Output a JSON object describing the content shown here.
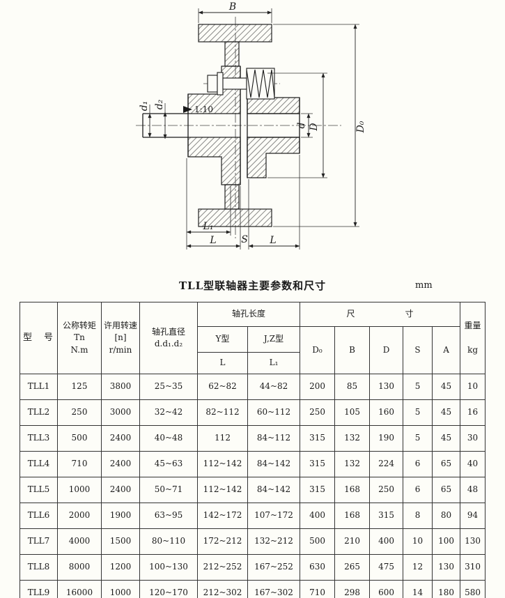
{
  "page": {
    "unit": "mm"
  },
  "title": "TLL型联轴器主要参数和尺寸",
  "drawing": {
    "labels": {
      "b": "B",
      "d0": "D₀",
      "d_outer": "D",
      "d_bore": "d",
      "d1": "d₁",
      "d2": "d₂",
      "taper": "1:10",
      "l1": "L₁",
      "l_left": "L",
      "s": "S",
      "l_right": "L"
    }
  },
  "table": {
    "header": {
      "model": "型　号",
      "torque": "公称转矩\nTn\nN.m",
      "speed": "许用转速\n[n]\nr/min",
      "bore_diameter": "轴孔直径\nd.d₁.d₂",
      "bore_length": "轴孔长度",
      "y_type": "Y型",
      "jz_type": "J,Z型",
      "l": "L",
      "l1": "L₁",
      "dimensions": "尺　　　　　　寸",
      "d0": "D₀",
      "b": "B",
      "d": "D",
      "s": "S",
      "a": "A",
      "weight": "重量\n\nkg"
    },
    "rows": [
      [
        "TLL1",
        "125",
        "3800",
        "25~35",
        "62~82",
        "44~82",
        "200",
        "85",
        "130",
        "5",
        "45",
        "10"
      ],
      [
        "TLL2",
        "250",
        "3000",
        "32~42",
        "82~112",
        "60~112",
        "250",
        "105",
        "160",
        "5",
        "45",
        "16"
      ],
      [
        "TLL3",
        "500",
        "2400",
        "40~48",
        "112",
        "84~112",
        "315",
        "132",
        "190",
        "5",
        "45",
        "30"
      ],
      [
        "TLL4",
        "710",
        "2400",
        "45~63",
        "112~142",
        "84~142",
        "315",
        "132",
        "224",
        "6",
        "65",
        "40"
      ],
      [
        "TLL5",
        "1000",
        "2400",
        "50~71",
        "112~142",
        "84~142",
        "315",
        "168",
        "250",
        "6",
        "65",
        "48"
      ],
      [
        "TLL6",
        "2000",
        "1900",
        "63~95",
        "142~172",
        "107~172",
        "400",
        "168",
        "315",
        "8",
        "80",
        "94"
      ],
      [
        "TLL7",
        "4000",
        "1500",
        "80~110",
        "172~212",
        "132~212",
        "500",
        "210",
        "400",
        "10",
        "100",
        "130"
      ],
      [
        "TLL8",
        "8000",
        "1200",
        "100~130",
        "212~252",
        "167~252",
        "630",
        "265",
        "475",
        "12",
        "130",
        "310"
      ],
      [
        "TLL9",
        "16000",
        "1000",
        "120~170",
        "212~302",
        "167~302",
        "710",
        "298",
        "600",
        "14",
        "180",
        "580"
      ]
    ]
  }
}
